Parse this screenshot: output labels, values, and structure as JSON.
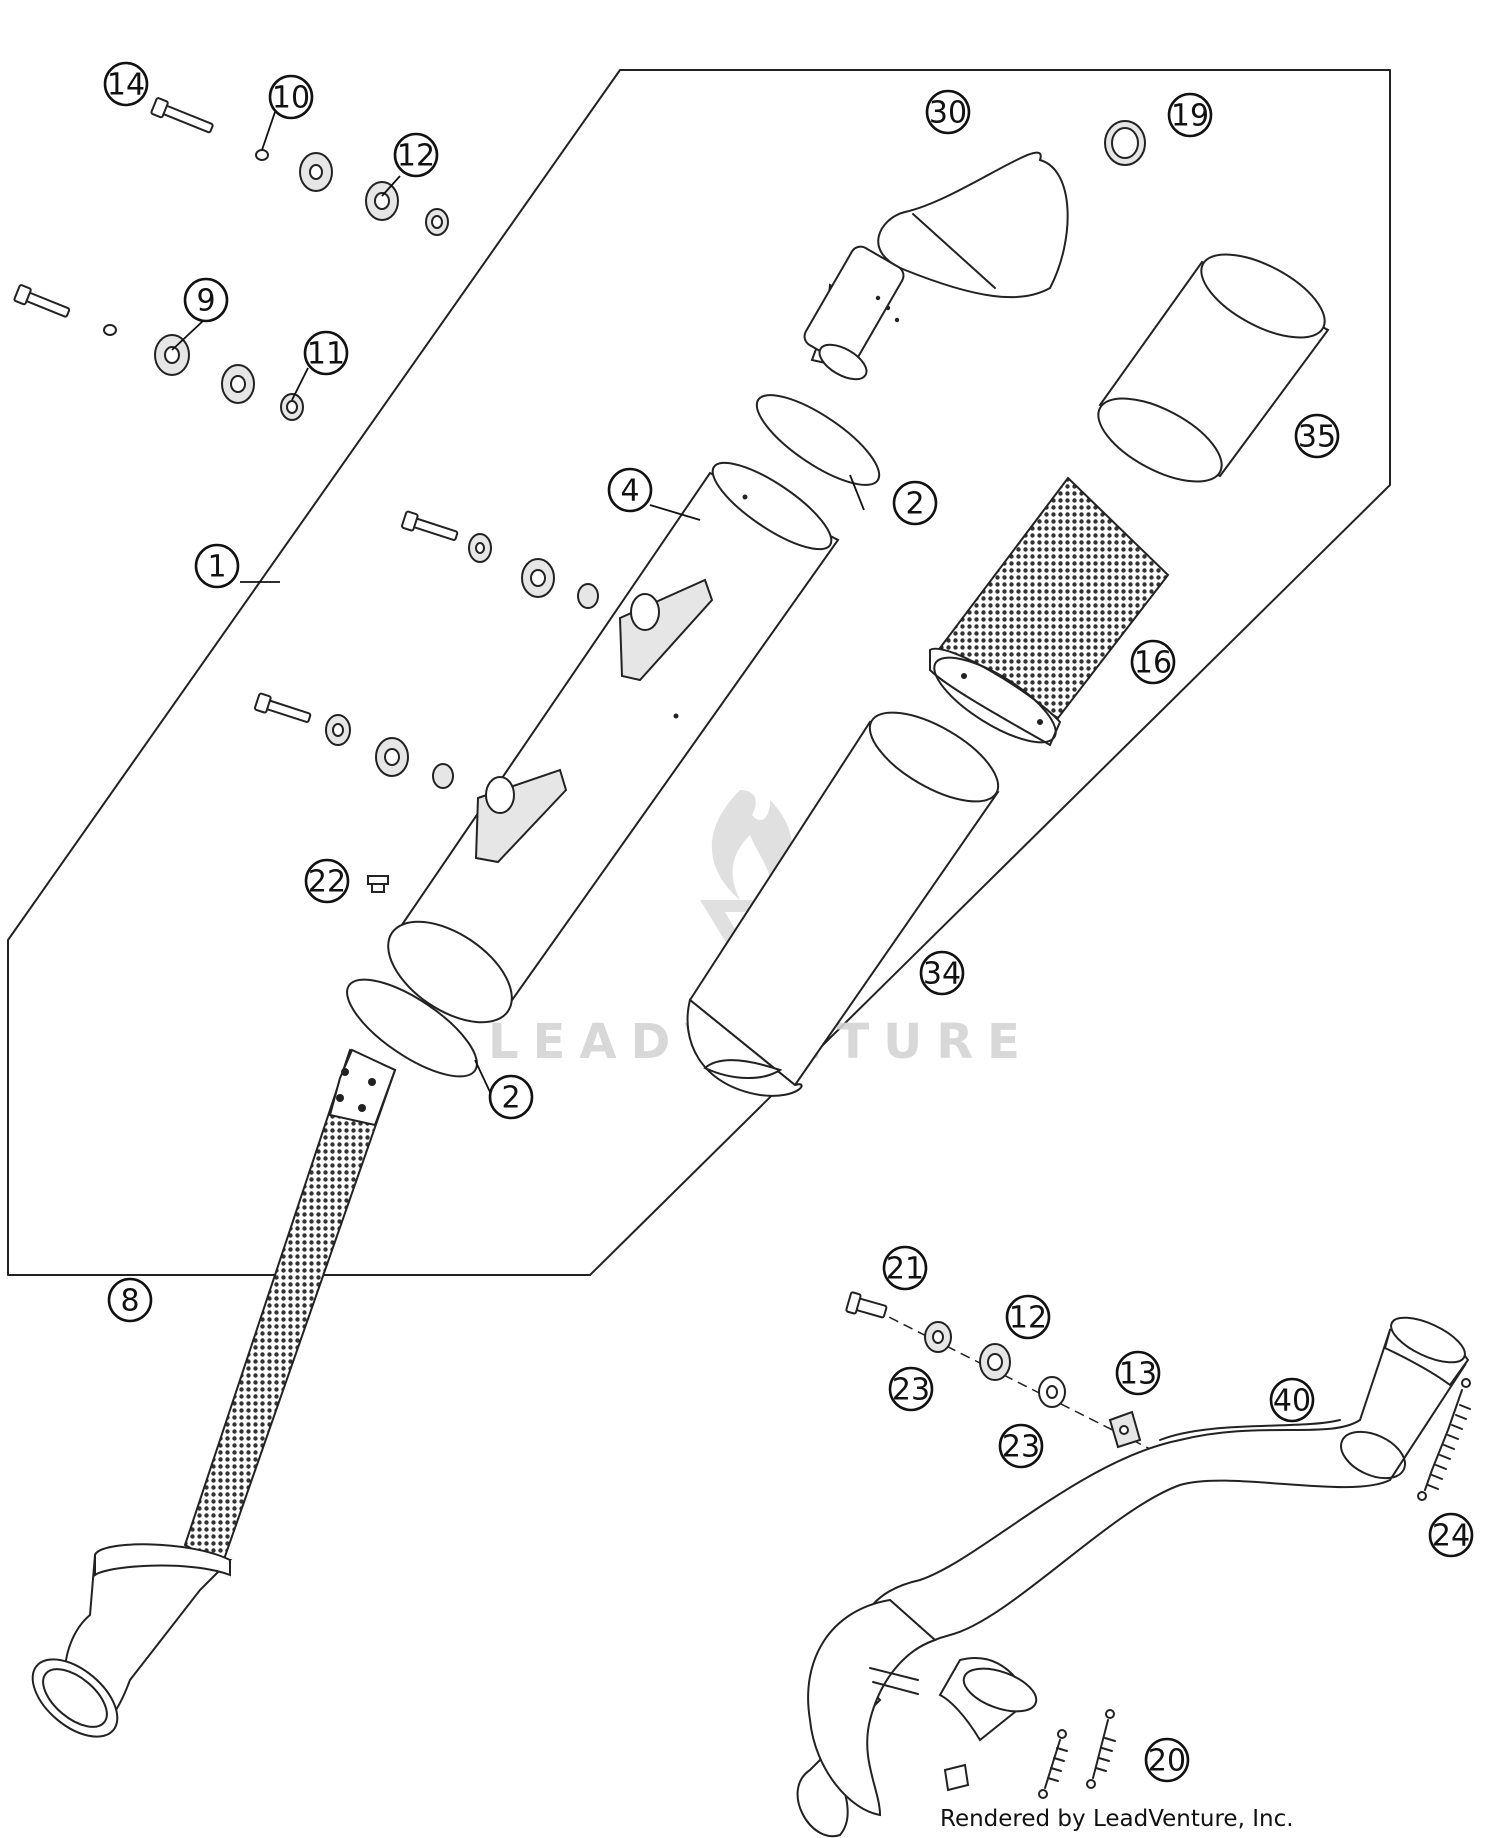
{
  "callouts": [
    {
      "id": "c14",
      "label": "14"
    },
    {
      "id": "c10",
      "label": "10"
    },
    {
      "id": "c12a",
      "label": "12"
    },
    {
      "id": "c9",
      "label": "9"
    },
    {
      "id": "c11",
      "label": "11"
    },
    {
      "id": "c1",
      "label": "1"
    },
    {
      "id": "c4",
      "label": "4"
    },
    {
      "id": "c22",
      "label": "22"
    },
    {
      "id": "c2a",
      "label": "2"
    },
    {
      "id": "c2b",
      "label": "2"
    },
    {
      "id": "c8",
      "label": "8"
    },
    {
      "id": "c30",
      "label": "30"
    },
    {
      "id": "c19",
      "label": "19"
    },
    {
      "id": "c35",
      "label": "35"
    },
    {
      "id": "c16",
      "label": "16"
    },
    {
      "id": "c34",
      "label": "34"
    },
    {
      "id": "c21",
      "label": "21"
    },
    {
      "id": "c12b",
      "label": "12"
    },
    {
      "id": "c13",
      "label": "13"
    },
    {
      "id": "c23a",
      "label": "23"
    },
    {
      "id": "c23b",
      "label": "23"
    },
    {
      "id": "c40",
      "label": "40"
    },
    {
      "id": "c24",
      "label": "24"
    },
    {
      "id": "c20",
      "label": "20"
    }
  ],
  "watermark": {
    "brand": "LEADVENTURE"
  },
  "footer": {
    "credit": "Rendered by LeadVenture, Inc."
  },
  "colors": {
    "line": "#222222",
    "watermark": "#d4d4d4",
    "background": "#ffffff"
  }
}
